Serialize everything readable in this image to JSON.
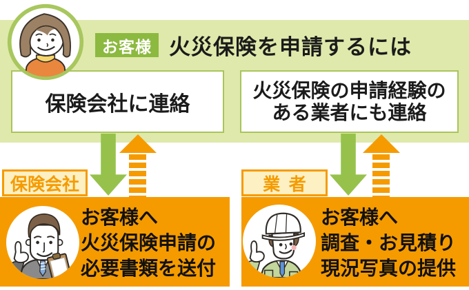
{
  "header": {
    "actor_label": "お客様",
    "title": "火災保険を申請するには"
  },
  "flow": {
    "left_step": "保険会社に連絡",
    "right_step_line1": "火災保険の申請経験の",
    "right_step_line2": "ある業者にも連絡"
  },
  "providers": {
    "insurer": {
      "label": "保険会社",
      "lines": [
        "お客様へ",
        "火災保険申請の",
        "必要書類を送付"
      ]
    },
    "contractor": {
      "label": "業者",
      "lines": [
        "お客様へ",
        "調査・お見積り",
        "現況写真の提供"
      ]
    }
  },
  "icons": {
    "customer_avatar": "woman-customer-icon",
    "insurer_avatar": "businessman-icon",
    "contractor_avatar": "construction-worker-icon",
    "down_arrow": "green-down-arrow-icon",
    "up_arrow": "orange-dashed-up-arrow-icon"
  },
  "colors": {
    "band_green": "#dfe9ab",
    "accent_green": "#8cb93f",
    "arrow_green": "#96c24c",
    "box_border_green": "#a9c45c",
    "orange": "#f59b00",
    "tag_cream": "#fdf0c3",
    "text_black": "#1b1b1b"
  }
}
